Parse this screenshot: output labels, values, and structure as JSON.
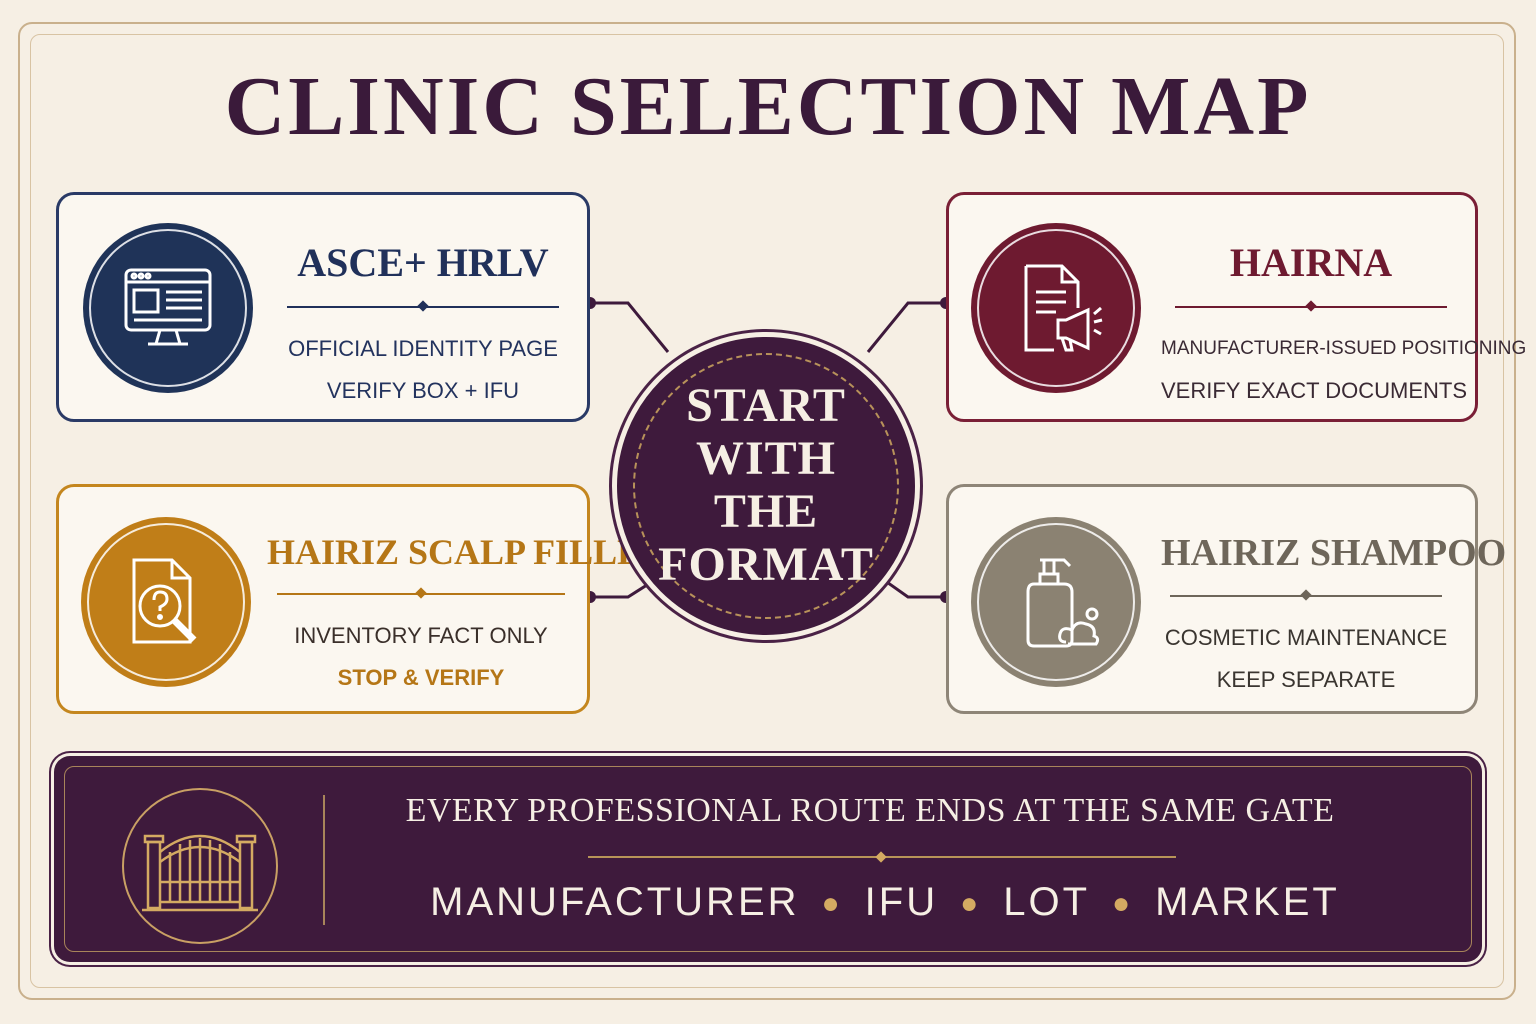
{
  "title": "CLINIC SELECTION MAP",
  "center": {
    "lines": [
      "START",
      "WITH",
      "THE",
      "FORMAT"
    ]
  },
  "cards": [
    {
      "id": "asce",
      "heading": "ASCE+ HRLV",
      "line1": "OFFICIAL IDENTITY PAGE",
      "line2": "VERIFY BOX + IFU",
      "icon": "monitor-icon",
      "color": "#1f3358"
    },
    {
      "id": "hairna",
      "heading": "HAIRNA",
      "line1": "MANUFACTURER-ISSUED POSITIONING",
      "line2": "VERIFY EXACT DOCUMENTS",
      "icon": "document-megaphone-icon",
      "color": "#6e1a30"
    },
    {
      "id": "scalp",
      "heading": "HAIRIZ SCALP FILLER",
      "line1": "INVENTORY FACT ONLY",
      "line2": "STOP & VERIFY",
      "icon": "document-question-icon",
      "color": "#c07e18"
    },
    {
      "id": "shampoo",
      "heading": "HAIRIZ SHAMPOO",
      "line1": "COSMETIC MAINTENANCE",
      "line2": "KEEP SEPARATE",
      "icon": "pump-bottle-icon",
      "color": "#8b8272"
    }
  ],
  "banner": {
    "heading": "EVERY PROFESSIONAL ROUTE ENDS AT THE SAME GATE",
    "items": [
      "MANUFACTURER",
      "IFU",
      "LOT",
      "MARKET"
    ],
    "icon": "gate-icon",
    "color": "#3e1a3c"
  }
}
